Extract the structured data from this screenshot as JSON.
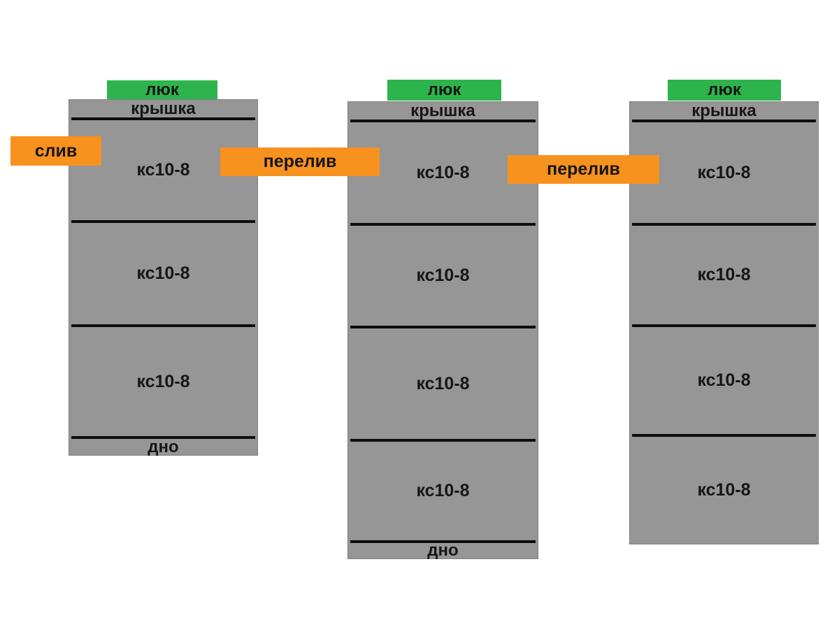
{
  "diagram": {
    "description": "Scheme of three-well septic system built from concrete rings",
    "colors": {
      "background": "#ffffff",
      "ring_fill": "#969696",
      "ring_border": "#7d7d7d",
      "divider_black": "#0d0d0d",
      "hatch_green": "#2db44c",
      "pipe_orange": "#f7921e",
      "text": "#161616"
    },
    "wells": [
      {
        "hatch_label": "люк",
        "cover_label": "крышка",
        "ring_labels": [
          "кс10-8",
          "кс10-8",
          "кс10-8"
        ],
        "bottom_label": "дно"
      },
      {
        "hatch_label": "люк",
        "cover_label": "крышка",
        "ring_labels": [
          "кс10-8",
          "кс10-8",
          "кс10-8",
          "кс10-8"
        ],
        "bottom_label": "дно"
      },
      {
        "hatch_label": "люк",
        "cover_label": "крышка",
        "ring_labels": [
          "кс10-8",
          "кс10-8",
          "кс10-8",
          "кс10-8"
        ]
      }
    ],
    "connections": [
      {
        "label": "слив"
      },
      {
        "label": "перелив"
      },
      {
        "label": "перелив"
      }
    ]
  }
}
